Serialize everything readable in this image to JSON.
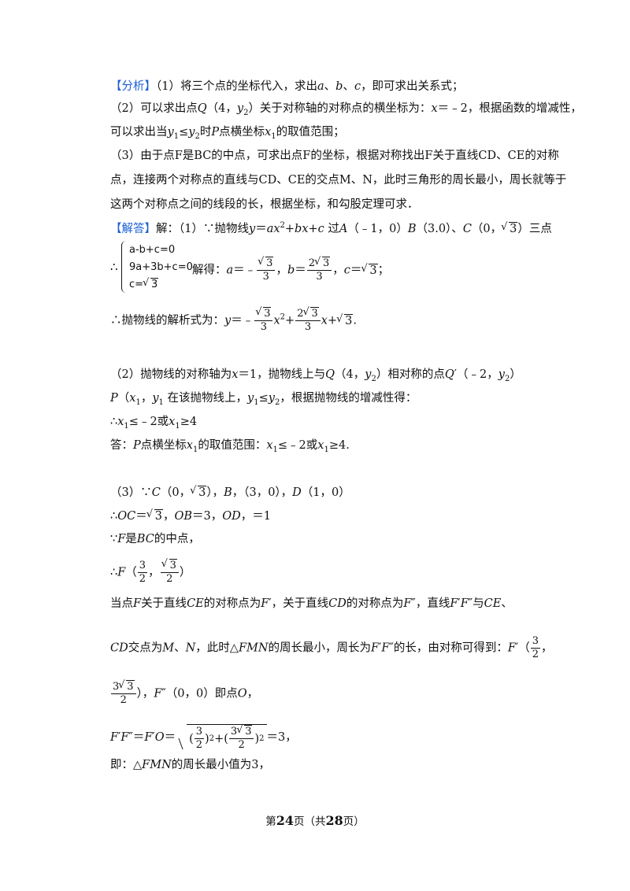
{
  "analysis": {
    "tag": "【分析】",
    "p1": "（1）将三个点的坐标代入，求出a、b、c，即可求出关系式；",
    "p2a": "（2）可以求出点Q（4，y",
    "p2b": "）关于对称轴的对称点的横坐标为：x＝﹣2，根据函数的增减性，",
    "p3": "可以求出当y₁≤y₂时P点横坐标x₁的取值范围；",
    "p4": "（3）由于点F是BC的中点，可求出点F的坐标，根据对称找出F关于直线CD、CE的对称",
    "p5": "点，连接两个对称点的直线与CD、CE的交点M、N，此时三角形的周长最小，周长就等于",
    "p6": "这两个对称点之间的线段的长，根据坐标，和勾股定理可求．"
  },
  "answer": {
    "tag": "【解答】",
    "l1": "解：（1）∵抛物线y＝ax²+bx+c过A（﹣1，0）B（3.0）、C（0，√3）三点",
    "sys1": "a-b+c=0",
    "sys2": "9a+3b+c=0",
    "sys3": "c=√3",
    "solve": "解得：a＝﹣√3/3，b＝2√3/3，c＝√3；",
    "parabola": "∴抛物线的解析式为：y＝﹣√3/3x²+2√3/3x+√3.",
    "p2_1": "（2）抛物线的对称轴为x＝1，抛物线上与Q（4，y₂）相对称的点Q′（﹣2，y₂）",
    "p2_2": "P（x₁，y₁在该抛物线上，y₁≤y₂，根据抛物线的增减性得：",
    "p2_3": "∴x₁≤﹣2或x₁≥4",
    "p2_4": "答：P点横坐标x₁的取值范围：x₁≤﹣2或x₁≥4.",
    "p3_1": "（3）∵C（0，√3），B，（3，0），D（1，0）",
    "p3_2": "∴OC＝√3，OB＝3，OD，＝1",
    "p3_3": "∵F是BC的中点，",
    "p3_4": "∴F（3/2，√3/2）",
    "p3_5": "当点F关于直线CE的对称点为F′，关于直线CD的对称点为F″，直线F′F″与CE、",
    "p3_6": "CD交点为M、N，此时△FMN的周长最小，周长为F′F″的长，由对称可得到：F′（3/2，",
    "p3_7": "3√3/2），F″（0，0）即点O，",
    "p3_8": "F′F″＝F′O＝√((3/2)²+(3√3/2)²)＝3，",
    "p3_9": "即：△FMN的周长最小值为3，"
  },
  "footer": {
    "pre": "第",
    "page": "24",
    "mid": "页（共",
    "total": "28",
    "post": "页）"
  }
}
